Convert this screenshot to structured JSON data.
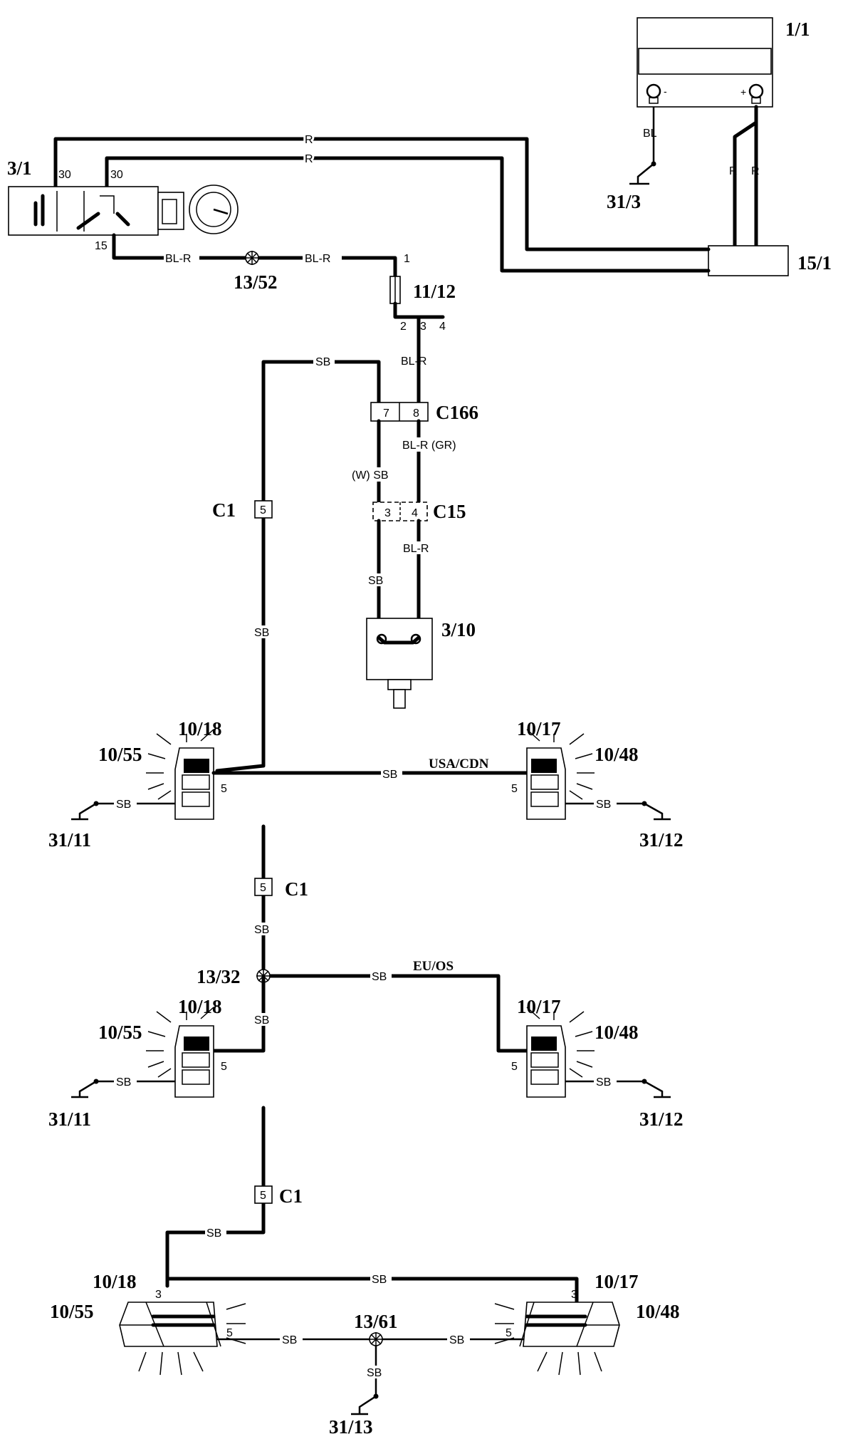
{
  "components": {
    "battery": "1/1",
    "ground_31_3": "31/3",
    "ignition_switch": "3/1",
    "relay_15_1": "15/1",
    "splice_13_52": "13/52",
    "fuse_11_12": "11/12",
    "connector_c166": "C166",
    "connector_c15": "C15",
    "brake_switch": "3/10",
    "connector_c1_a": "C1",
    "connector_c1_b": "C1",
    "connector_c1_c": "C1",
    "splice_13_32": "13/32",
    "splice_13_61": "13/61",
    "lamp_left_a": "10/18",
    "lamp_left_b": "10/55",
    "lamp_right_a": "10/17",
    "lamp_right_b": "10/48",
    "ground_left": "31/11",
    "ground_right": "31/12",
    "ground_bottom": "31/13"
  },
  "wires": {
    "r": "R",
    "bl": "BL",
    "bl_r": "BL-R",
    "bl_r_gr": "BL-R (GR)",
    "w_sb": "(W) SB",
    "sb": "SB"
  },
  "pins": {
    "p30": "30",
    "p15": "15",
    "p1": "1",
    "p2": "2",
    "p3": "3",
    "p4": "4",
    "p5": "5",
    "p7": "7",
    "p8": "8",
    "minus": "-",
    "plus": "+"
  },
  "variants": {
    "usa": "USA/CDN",
    "eu": "EU/OS"
  }
}
